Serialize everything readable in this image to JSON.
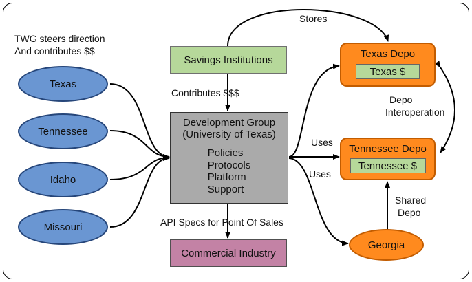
{
  "note": {
    "line1": "TWG steers direction",
    "line2": "And contributes $$"
  },
  "states": [
    "Texas",
    "Tennessee",
    "Idaho",
    "Missouri"
  ],
  "savings": "Savings Institutions",
  "dev_group": {
    "title1": "Development Group",
    "title2": "(University of Texas)",
    "items": [
      "Policies",
      "Protocols",
      "Platform",
      "Support"
    ]
  },
  "commercial": "Commercial Industry",
  "texas_depo": {
    "title": "Texas Depo",
    "inner": "Texas $"
  },
  "tennessee_depo": {
    "title": "Tennessee Depo",
    "inner": "Tennessee $"
  },
  "georgia": "Georgia",
  "edge_labels": {
    "stores": "Stores",
    "contributes": "Contributes $$$",
    "uses1": "Uses",
    "uses2": "Uses",
    "api": "API Specs for Point Of Sales",
    "depo_interop1": "Depo",
    "depo_interop2": "Interoperation",
    "shared1": "Shared",
    "shared2": "Depo"
  },
  "colors": {
    "state_fill": "#6a96d2",
    "savings_fill": "#b6d89a",
    "dev_fill": "#aaaaaa",
    "commercial_fill": "#c382a5",
    "depo_fill": "#ff8a1e"
  }
}
